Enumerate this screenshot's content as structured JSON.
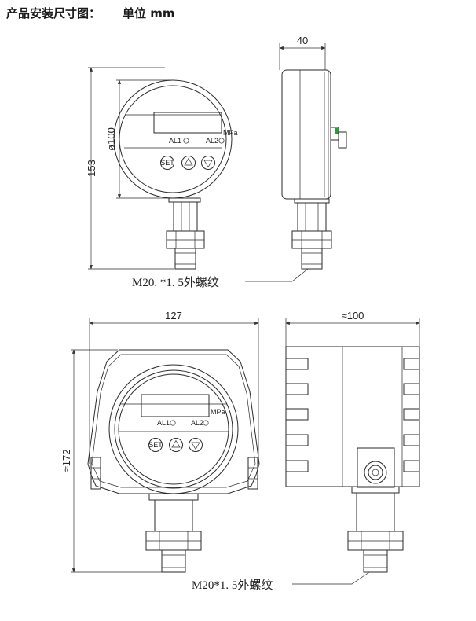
{
  "header": {
    "title": "产品安装尺寸图：",
    "unit": "单位 mm"
  },
  "top_front": {
    "height_dim": "153",
    "diameter_dim": "ø100",
    "unit_label": "MPa",
    "al1": "AL1",
    "al2": "AL2",
    "set_button": "SET"
  },
  "top_side": {
    "width_dim": "40"
  },
  "top_thread": "M20. *1. 5外螺纹",
  "bottom_front": {
    "width_dim": "127",
    "height_dim": "≈172",
    "unit_label": "MPa",
    "al1": "AL1",
    "al2": "AL2",
    "set_button": "SET"
  },
  "bottom_side": {
    "width_dim": "≈100"
  },
  "bottom_thread": "M20*1. 5外螺纹"
}
